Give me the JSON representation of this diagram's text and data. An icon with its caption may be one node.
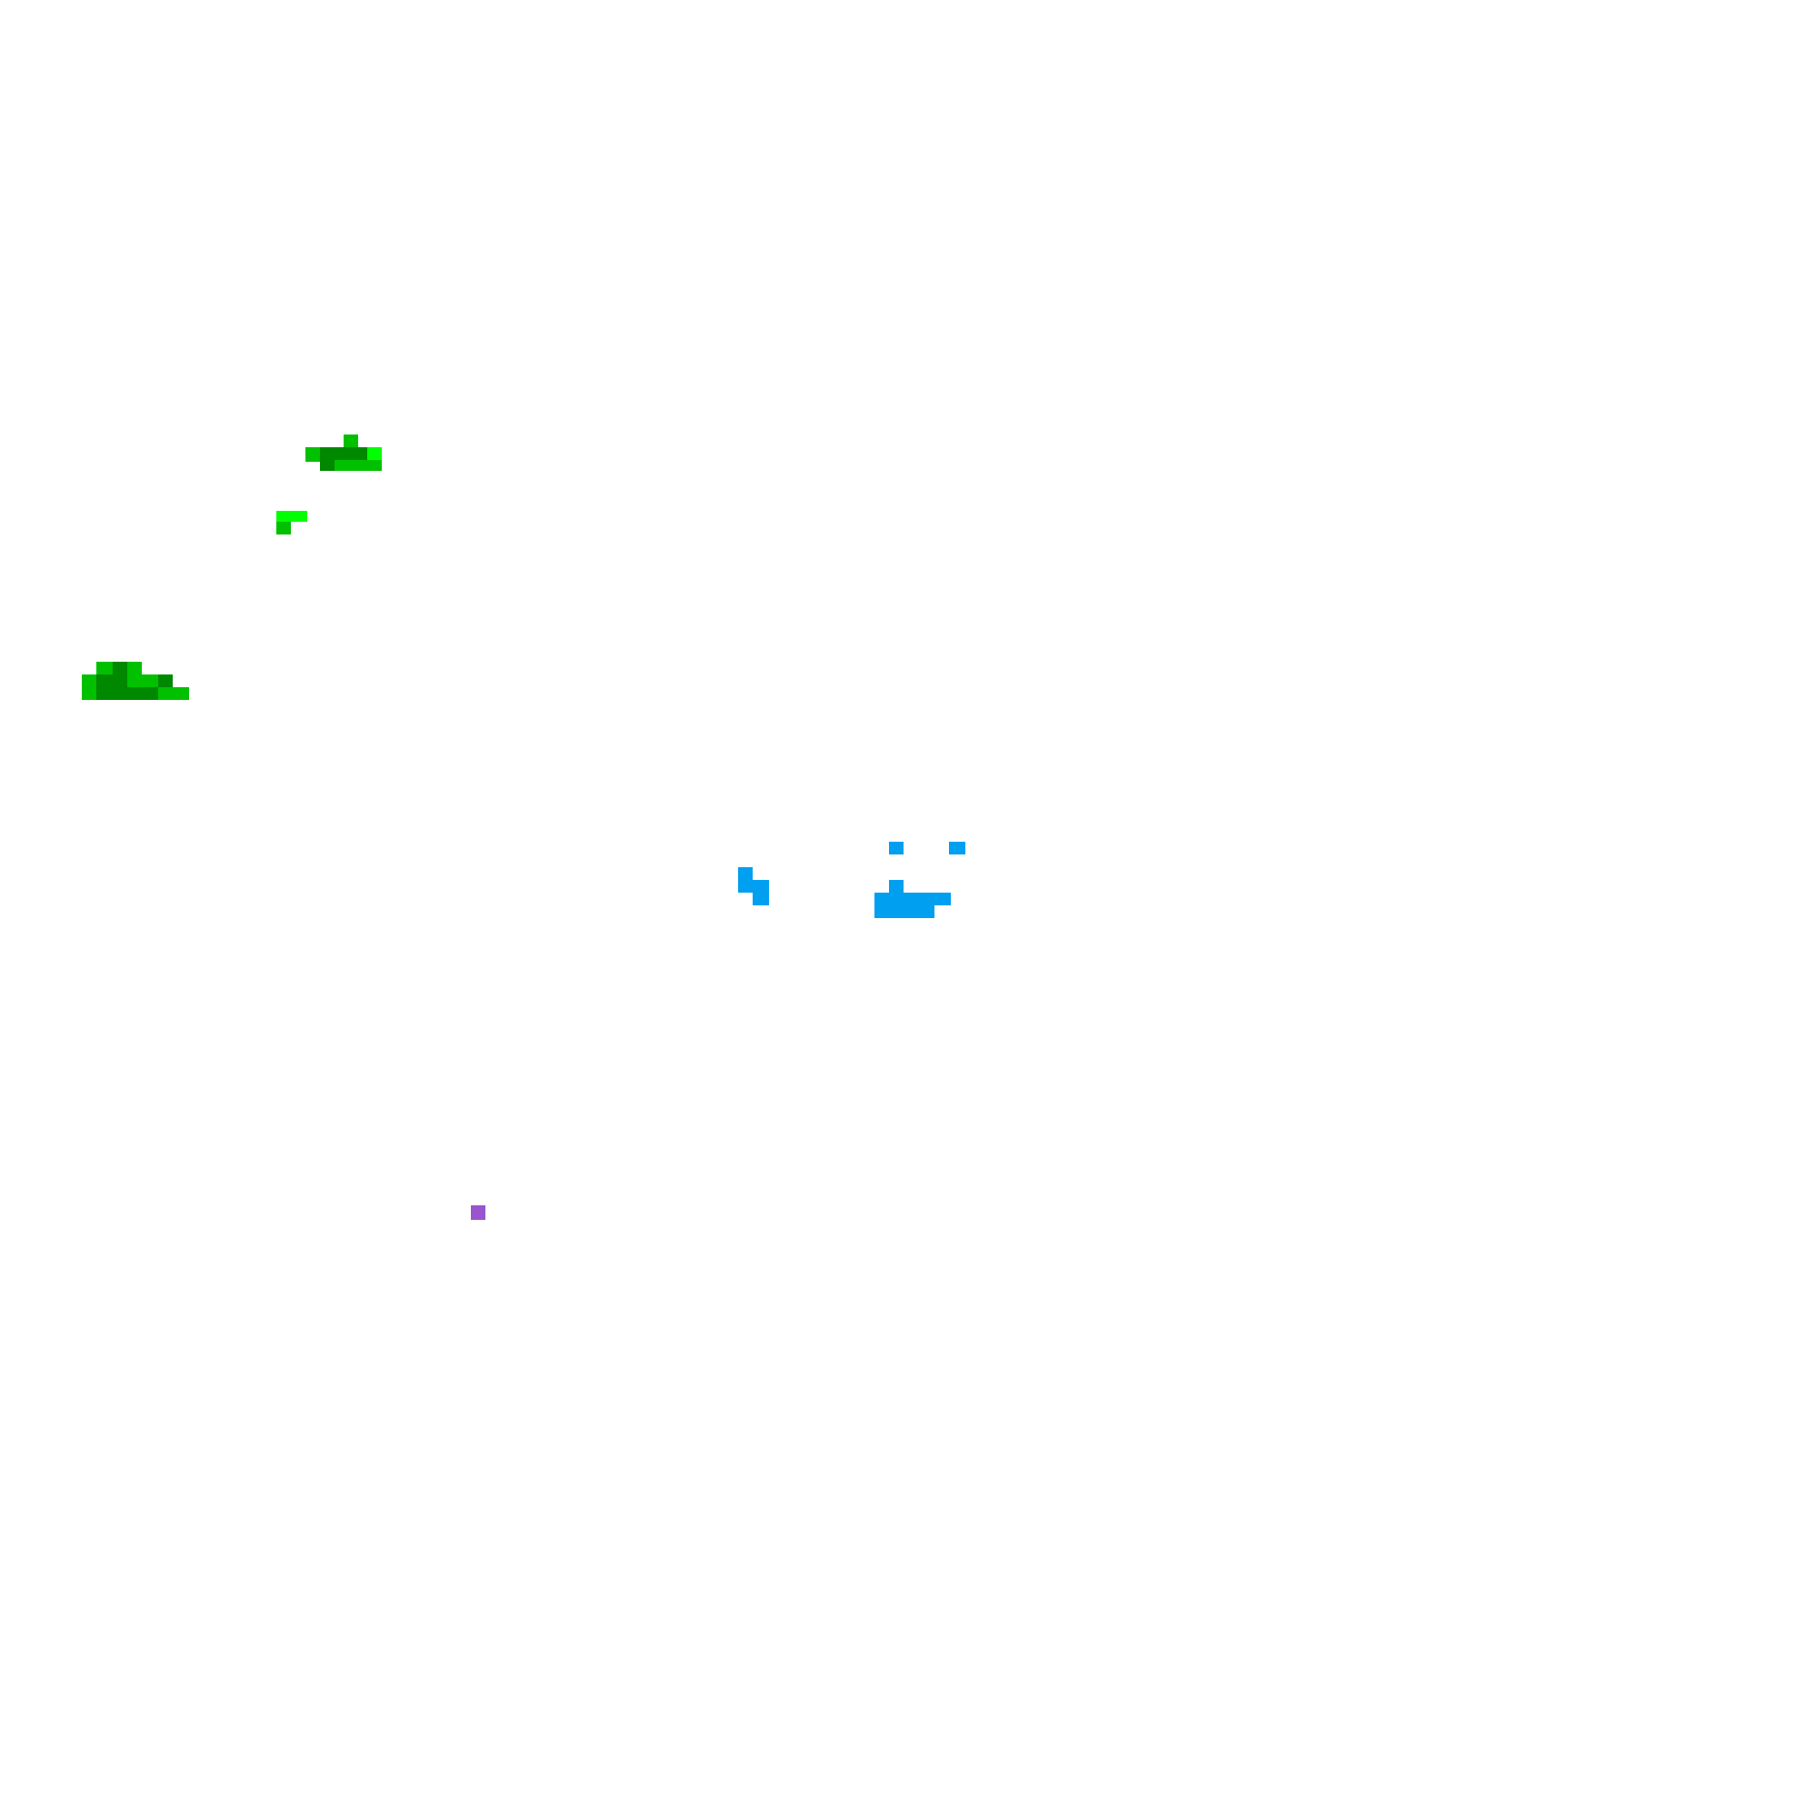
{
  "diagram": {
    "nodes": [
      {
        "text": [],
        "shape": "picture"
      },
      {
        "text": [],
        "shape": "picture"
      },
      {
        "text": [],
        "shape": "picture"
      },
      {
        "text": [],
        "shape": "picture"
      },
      {
        "text": [],
        "shape": "picture"
      },
      {
        "text": [],
        "shape": "box"
      }
    ]
  }
}
